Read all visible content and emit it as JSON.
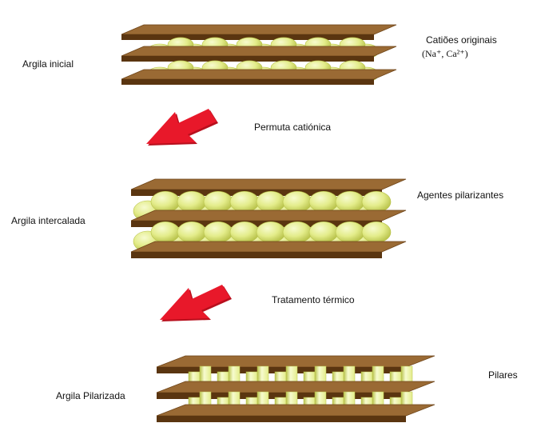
{
  "colors": {
    "sheet_top": "#9a6a34",
    "sheet_edge": "#6e4418",
    "sheet_side": "#5a3510",
    "cation_fill": "#e3ec8a",
    "cation_highlight": "#f7fbcf",
    "cation_stroke": "#b8c24a",
    "arrow": "#e8182a",
    "arrow_shadow": "#b80f1d"
  },
  "stages": [
    {
      "name": "Argila inicial",
      "layer_type": "cations",
      "right_label": "Catiões originais",
      "right_sublabel": "(Na⁺, Ca²⁺)"
    },
    {
      "name": "Argila intercalada",
      "layer_type": "large-cations",
      "right_label": "Agentes pilarizantes",
      "right_sublabel": ""
    },
    {
      "name": "Argila Pilarizada",
      "layer_type": "pillars",
      "right_label": "Pilares",
      "right_sublabel": ""
    }
  ],
  "steps": [
    {
      "label": "Permuta catiónica",
      "icon": "red-arrow-icon"
    },
    {
      "label": "Tratamento térmico",
      "icon": "red-arrow-icon"
    }
  ]
}
